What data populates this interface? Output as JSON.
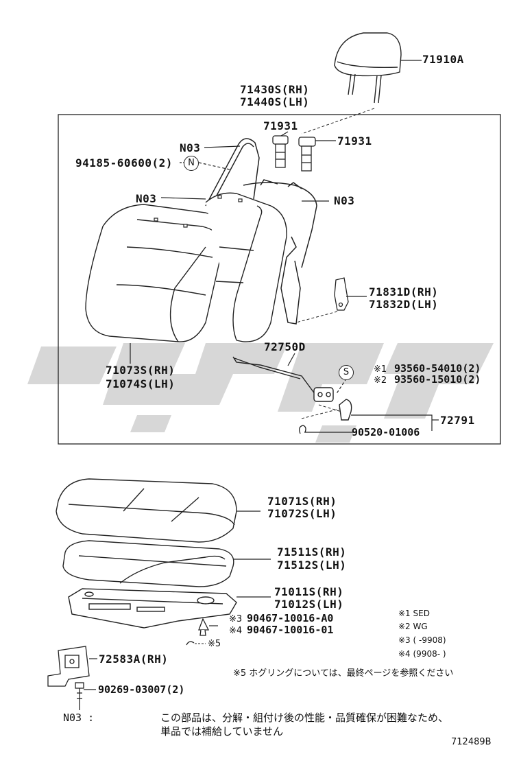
{
  "labels": {
    "headrest": "71910A",
    "back_frame_rh": "71430S(RH)",
    "back_frame_lh": "71440S(LH)",
    "support_left": "71931",
    "support_right": "71931",
    "n03_top": "N03",
    "clip_part": "94185-60600(2)",
    "n_symbol": "N",
    "n03_left": "N03",
    "n03_right": "N03",
    "hinge_cover_rh": "71831D(RH)",
    "hinge_cover_lh": "71832D(LH)",
    "back_cover_rh": "71073S(RH)",
    "back_cover_lh": "71074S(LH)",
    "lock_part": "72750D",
    "s_symbol": "S",
    "screw1_note": "※1",
    "screw1": "93560-54010(2)",
    "screw2_note": "※2",
    "screw2": "93560-15010(2)",
    "knob": "72791",
    "ring": "90520-01006",
    "cushion_cover_rh": "71071S(RH)",
    "cushion_cover_lh": "71072S(LH)",
    "cushion_pad_rh": "71511S(RH)",
    "cushion_pad_lh": "71512S(LH)",
    "cushion_frame_rh": "71011S(RH)",
    "cushion_frame_lh": "71012S(LH)",
    "hog3_note": "※3",
    "hog3": "90467-10016-A0",
    "hog4_note": "※4",
    "hog4": "90467-10016-01",
    "hog5": "※5",
    "bracket": "72583A(RH)",
    "bolt": "90269-03007(2)"
  },
  "legend": {
    "sed": "※1 SED",
    "wg": "※2 WG",
    "n3": "※3 (      -9908)",
    "n4": "※4 (9908-      )"
  },
  "hogring_note": "※5 ホグリングについては、最終ページを参照ください",
  "n03_heading": "N03 :",
  "n03_text_line1": "この部品は、分解・組付け後の性能・品質確保が困難なため、",
  "n03_text_line2": "単品では補給していません",
  "reference_id": "712489B",
  "watermark_color": "#d3d3d3"
}
